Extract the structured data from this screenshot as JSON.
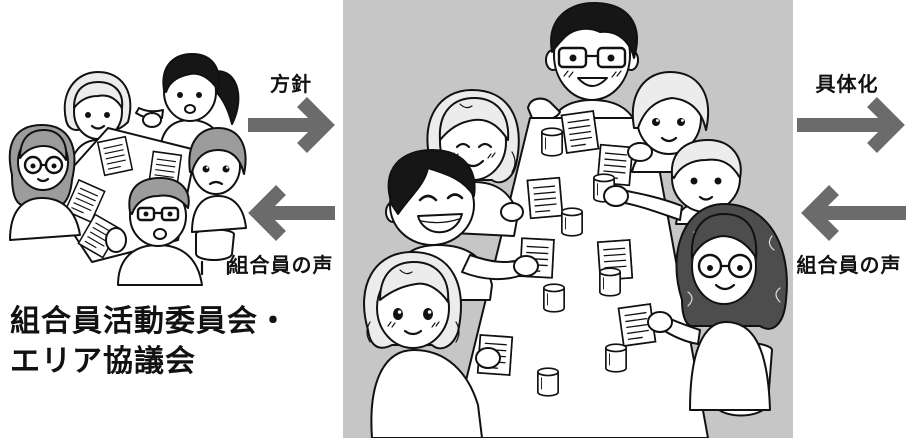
{
  "colors": {
    "center_panel": "#c6c6c6",
    "arrow": "#6b6b6b",
    "text": "#111111"
  },
  "left_section": {
    "title_lines": [
      "組合員活動委員会・",
      "エリア協議会"
    ]
  },
  "left_arrows": {
    "forward": {
      "label": "方針",
      "icon": "arrow-right-icon"
    },
    "backward": {
      "label": "組合員の声",
      "icon": "arrow-left-icon"
    }
  },
  "right_arrows": {
    "forward": {
      "label": "具体化",
      "icon": "arrow-right-icon"
    },
    "backward": {
      "label": "組合員の声",
      "icon": "arrow-left-icon"
    }
  }
}
